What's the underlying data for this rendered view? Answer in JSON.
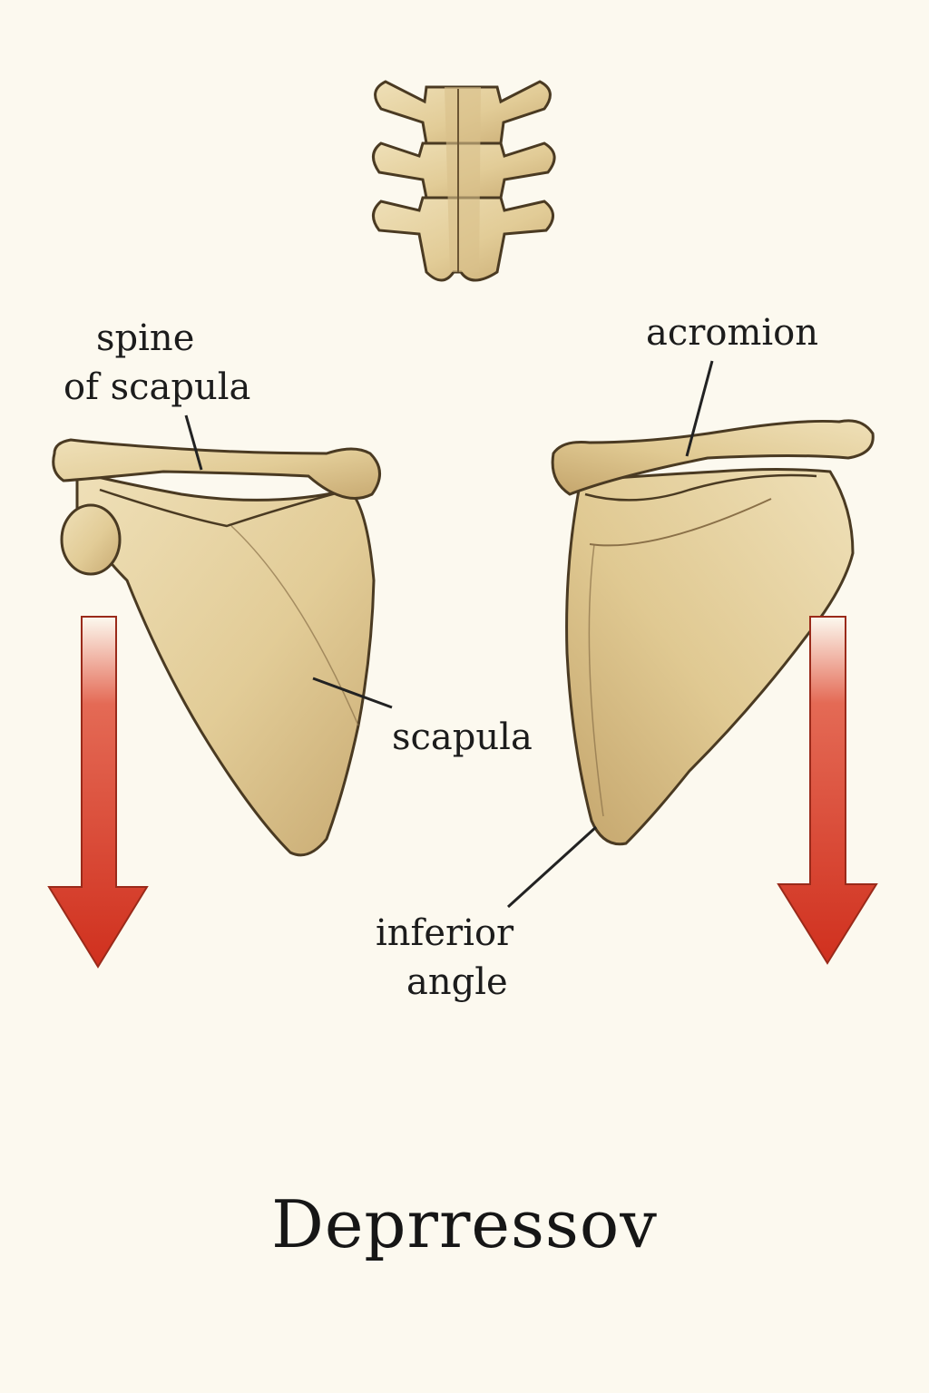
{
  "labels": {
    "spine_of_scapula": [
      "spine",
      "of scapula"
    ],
    "acromion": "acromion",
    "scapula": "scapula",
    "inferior_angle": [
      "inferior",
      "angle"
    ]
  },
  "title": "Deprressov",
  "colors": {
    "background": "#fcf9ef",
    "bone": "#e6d3a6",
    "bone_shade": "#c9ad78",
    "outline": "#4a3a22",
    "arrow": "#d53a26",
    "leader_line": "#222222"
  },
  "icons": [
    "vertebrae-icon",
    "left-scapula-icon",
    "right-scapula-icon",
    "down-arrow-icon"
  ]
}
